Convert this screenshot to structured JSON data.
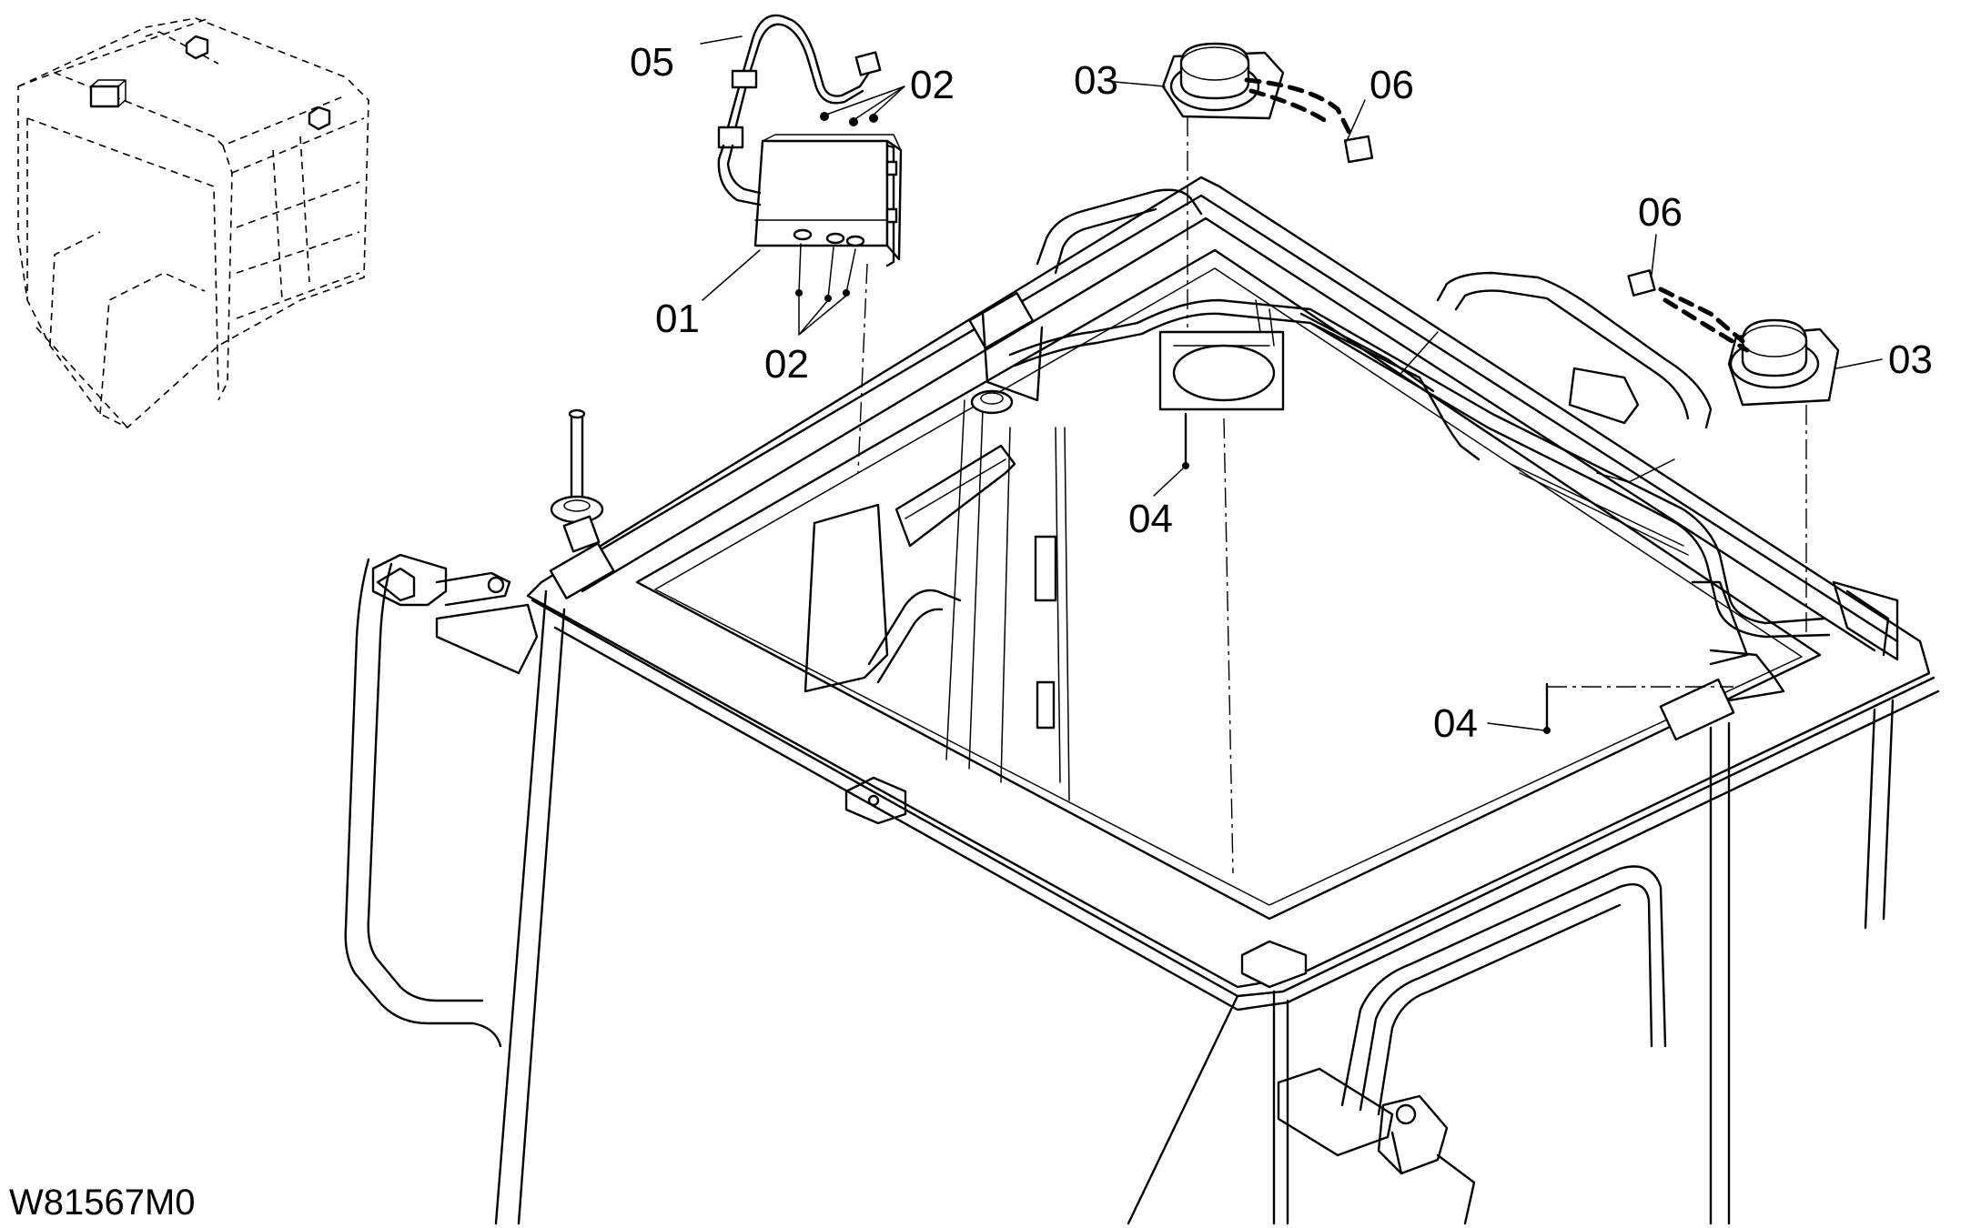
{
  "figure_code": "W81567M0",
  "callouts": {
    "c01": "01",
    "c02a": "02",
    "c02b": "02",
    "c03a": "03",
    "c03b": "03",
    "c04a": "04",
    "c04b": "04",
    "c05": "05",
    "c06a": "06",
    "c06b": "06"
  }
}
